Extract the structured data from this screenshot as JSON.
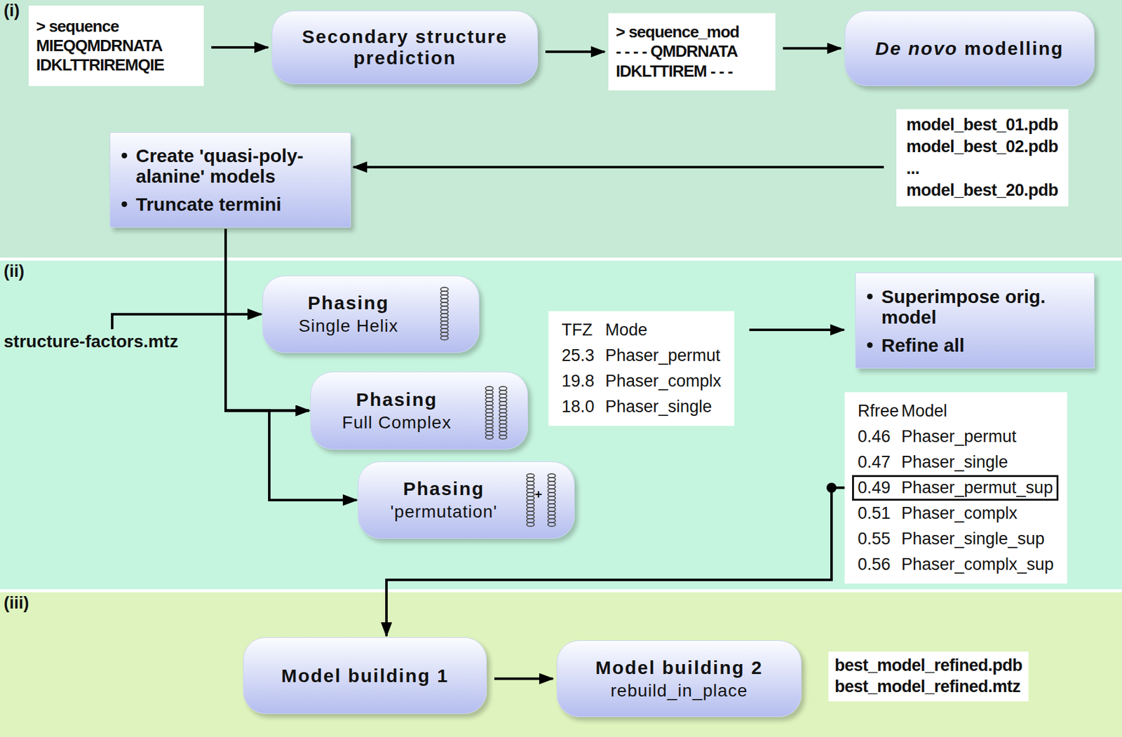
{
  "diagram": {
    "nodes": [
      {
        "text": [
          "(i)"
        ]
      },
      {
        "text": [
          "> sequence",
          "MIEQQMDRNATA IDKLTTRIREMQIE"
        ],
        "in": 0
      },
      {
        "text": [
          "Secondary structure prediction"
        ],
        "in": 0
      },
      {
        "text": [
          "> sequence_mod",
          "- - - - QMDRNATA IDKLTTIREM - - -"
        ],
        "in": 0
      },
      {
        "text": [
          "De novo modelling"
        ],
        "in": 0
      },
      {
        "text": [
          "model_best_01.pdb",
          "model_best_02.pdb",
          "...",
          "model_best_20.pdb"
        ],
        "in": 0
      },
      {
        "text": [
          "Create 'quasi-poly-alanine' models",
          "Truncate termini"
        ],
        "in": 0
      },
      {
        "text": [
          "(ii)"
        ]
      },
      {
        "text": [
          "structure-factors.mtz"
        ],
        "in": 7
      },
      {
        "text": [
          "Phasing",
          "Single Helix"
        ],
        "in": 7
      },
      {
        "text": [
          "Phasing",
          "Full Complex"
        ],
        "in": 7
      },
      {
        "text": [
          "Phasing",
          "'permutation'"
        ],
        "in": 7
      },
      {
        "text": [
          "TFZ",
          "Mode",
          "25.3",
          "Phaser_permut",
          "19.8",
          "Phaser_complx",
          "18.0",
          "Phaser_single"
        ],
        "in": 7
      },
      {
        "text": [
          "Superimpose orig. model",
          "Refine all"
        ],
        "in": 7
      },
      {
        "text": [
          "Rfree",
          "Model",
          "0.46",
          "Phaser_permut",
          "0.47",
          "Phaser_single",
          "0.49",
          "Phaser_permut_sup",
          "0.51",
          "Phaser_complx",
          "0.55",
          "Phaser_single_sup",
          "0.56",
          "Phaser_complx_sup"
        ],
        "in": 7
      },
      {
        "text": [
          "(iii)"
        ]
      },
      {
        "text": [
          "Model building 1"
        ],
        "in": 15
      },
      {
        "text": [
          "Model building 2",
          "rebuild_in_place"
        ],
        "in": 15
      },
      {
        "text": [
          "best_model_refined.pdb",
          "best_model_refined.mtz"
        ],
        "in": 15
      }
    ],
    "edges": [
      {
        "from": 1,
        "to": 2,
        "arrow": "to"
      },
      {
        "from": 2,
        "to": 3,
        "arrow": "to"
      },
      {
        "from": 3,
        "to": 4,
        "arrow": "to"
      },
      {
        "from": 5,
        "to": 6,
        "arrow": "to"
      },
      {
        "from": 6,
        "to": 9,
        "arrow": "to"
      },
      {
        "from": 6,
        "to": 10,
        "arrow": "to"
      },
      {
        "from": 6,
        "to": 11,
        "arrow": "to"
      },
      {
        "from": 8,
        "to": 9,
        "arrow": "to"
      },
      {
        "from": 8,
        "to": 10,
        "arrow": "to"
      },
      {
        "from": 8,
        "to": 11,
        "arrow": "to"
      },
      {
        "from": 12,
        "to": 13,
        "arrow": "to"
      },
      {
        "from": 14,
        "to": 16,
        "arrow": "to"
      },
      {
        "from": 16,
        "to": 17,
        "arrow": "to"
      }
    ],
    "labels": [
      "+"
    ]
  }
}
